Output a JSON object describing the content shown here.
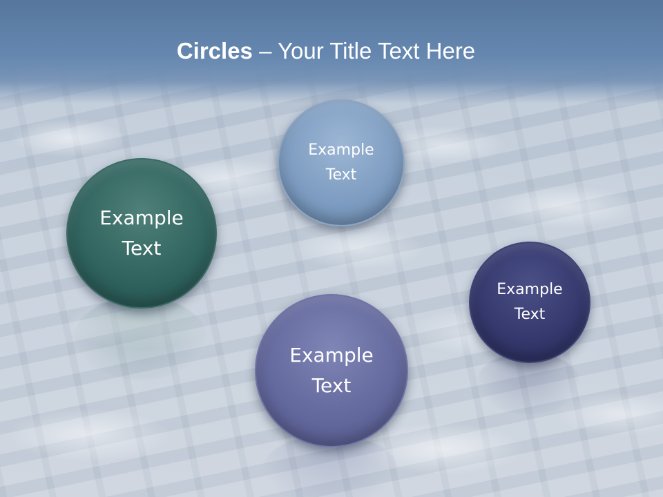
{
  "slide": {
    "title_bold": "Circles",
    "title_rest": " – Your Title Text Here"
  },
  "circles": [
    {
      "line1": "Example",
      "line2": "Text",
      "color": "#2f625d"
    },
    {
      "line1": "Example",
      "line2": "Text",
      "color": "#7c9bc0"
    },
    {
      "line1": "Example",
      "line2": "Text",
      "color": "#62679c"
    },
    {
      "line1": "Example",
      "line2": "Text",
      "color": "#33376b"
    }
  ],
  "colors": {
    "header": "#6688b0",
    "title_text": "#ffffff"
  }
}
